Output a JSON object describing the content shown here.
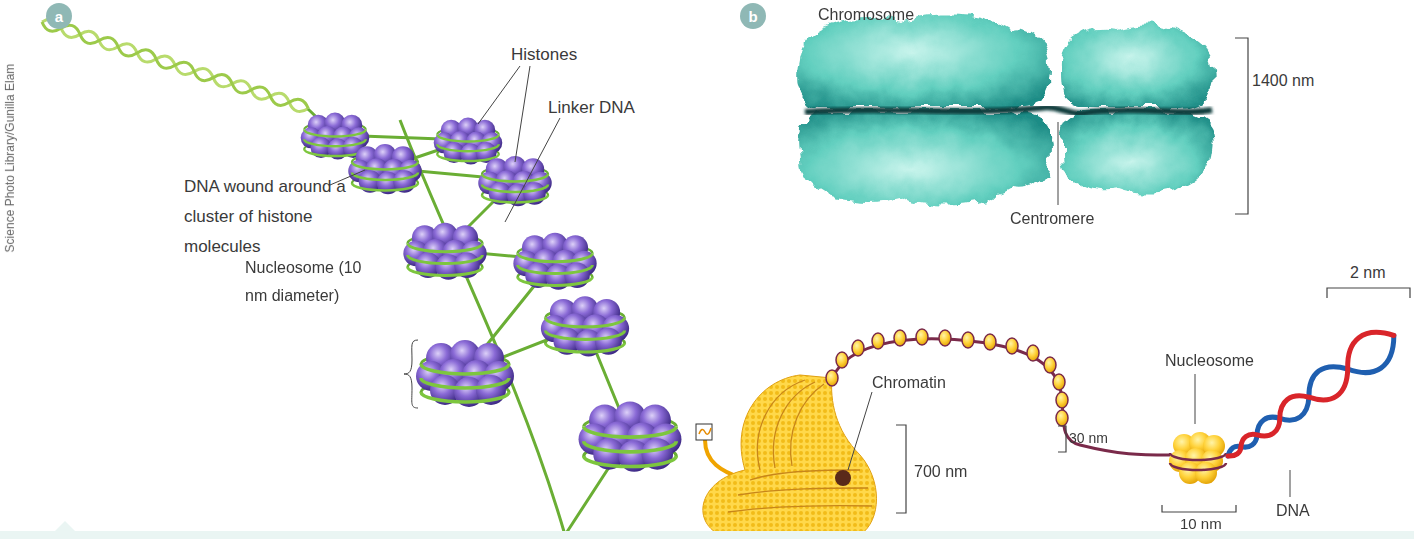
{
  "diagram": {
    "nodes": [
      {
        "text": [
          "a"
        ]
      },
      {
        "text": [
          "b"
        ]
      }
    ],
    "labels": [
      "Science Photo Library/Gunilla Elam",
      "Histones",
      "Linker DNA",
      "DNA wound around a cluster of histone molecules",
      "Nucleosome (10 nm diameter)",
      "Chromosome",
      "1400 nm",
      "Centromere",
      "2 nm",
      "Chromatin",
      "Nucleosome",
      "30 nm",
      "700 nm",
      "10 nm",
      "DNA"
    ]
  }
}
